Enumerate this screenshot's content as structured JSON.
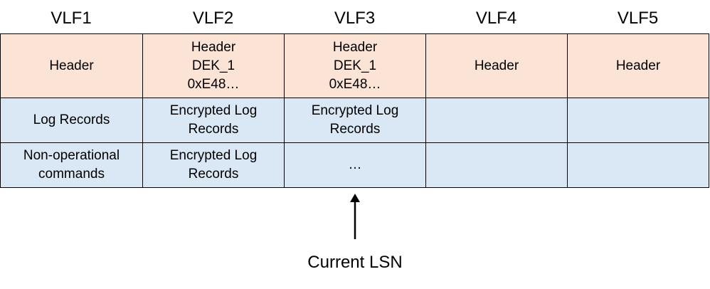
{
  "vlf_labels": [
    "VLF1",
    "VLF2",
    "VLF3",
    "VLF4",
    "VLF5"
  ],
  "rows": {
    "header": [
      [
        "Header"
      ],
      [
        "Header",
        "DEK_1",
        "0xE48…"
      ],
      [
        "Header",
        "DEK_1",
        "0xE48…"
      ],
      [
        "Header"
      ],
      [
        "Header"
      ]
    ],
    "log_records": [
      [
        "Log Records"
      ],
      [
        "Encrypted Log",
        "Records"
      ],
      [
        "Encrypted Log",
        "Records"
      ],
      [],
      []
    ],
    "non_operational": [
      [
        "Non-operational",
        "commands"
      ],
      [
        "Encrypted Log",
        "Records"
      ],
      [
        "…"
      ],
      [],
      []
    ]
  },
  "pointer_label": "Current LSN",
  "colors": {
    "header_fill": "#fbe3d6",
    "record_fill": "#dae8f5",
    "border": "#000000"
  }
}
